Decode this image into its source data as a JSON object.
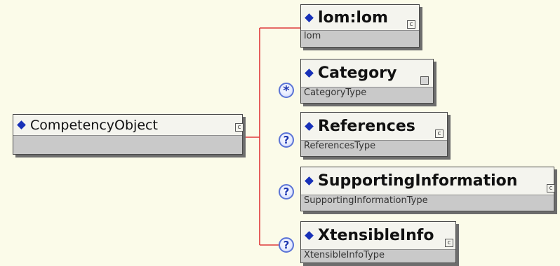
{
  "diagram": {
    "root": {
      "name": "CompetencyObject",
      "type": "",
      "icon": "complex-type-icon"
    },
    "children": [
      {
        "name": "lom:lom",
        "type": "lom",
        "occurrence": "required",
        "badge": "",
        "icon": "complex-type-icon"
      },
      {
        "name": "Category",
        "type": "CategoryType",
        "occurrence": "zero-or-more",
        "badge": "*",
        "icon": "simple-type-icon"
      },
      {
        "name": "References",
        "type": "ReferencesType",
        "occurrence": "optional",
        "badge": "?",
        "icon": "complex-type-icon"
      },
      {
        "name": "SupportingInformation",
        "type": "SupportingInformationType",
        "occurrence": "optional",
        "badge": "?",
        "icon": "complex-type-icon"
      },
      {
        "name": "XtensibleInfo",
        "type": "XtensibleInfoType",
        "occurrence": "optional",
        "badge": "?",
        "icon": "complex-type-icon"
      }
    ],
    "colors": {
      "background": "#fbfbe9",
      "connector": "#e03a3a",
      "diamond": "#1730b8",
      "badge": "#1d36b0"
    }
  }
}
